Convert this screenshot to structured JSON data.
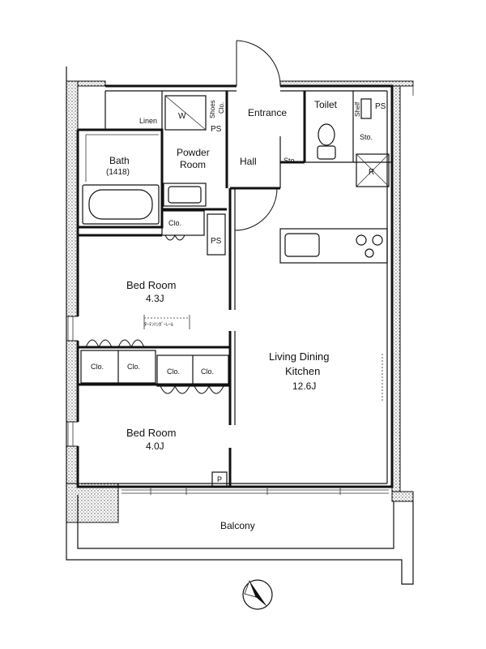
{
  "rooms": {
    "entrance": "Entrance",
    "toilet": "Toilet",
    "shelf": "Shelf",
    "ps_toilet": "PS",
    "shoes_clo_line1": "Shoes",
    "shoes_clo_line2": "Clo.",
    "linen": "Linen",
    "washer": "W",
    "ps_powder": "PS",
    "bath": "Bath",
    "bath_size": "(1418)",
    "powder_line1": "Powder",
    "powder_line2": "Room",
    "hall": "Hall",
    "sto_hall": "Sto.",
    "sto_toilet": "Sto.",
    "refrigerator": "R",
    "clo_small": "Clo.",
    "ps_mid": "PS",
    "bedroom1_name": "Bed Room",
    "bedroom1_size": "4.3J",
    "hanger_note": "ﾀｰﾃﾝﾊﾝｶﾞｰﾚｰﾙ",
    "clo_a": "Clo.",
    "clo_b": "Clo.",
    "clo_c": "Clo.",
    "clo_d": "Clo.",
    "ldk_line1": "Living Dining",
    "ldk_line2": "Kitchen",
    "ldk_size": "12.6J",
    "bedroom2_name": "Bed Room",
    "bedroom2_size": "4.0J",
    "p": "P",
    "balcony": "Balcony"
  }
}
